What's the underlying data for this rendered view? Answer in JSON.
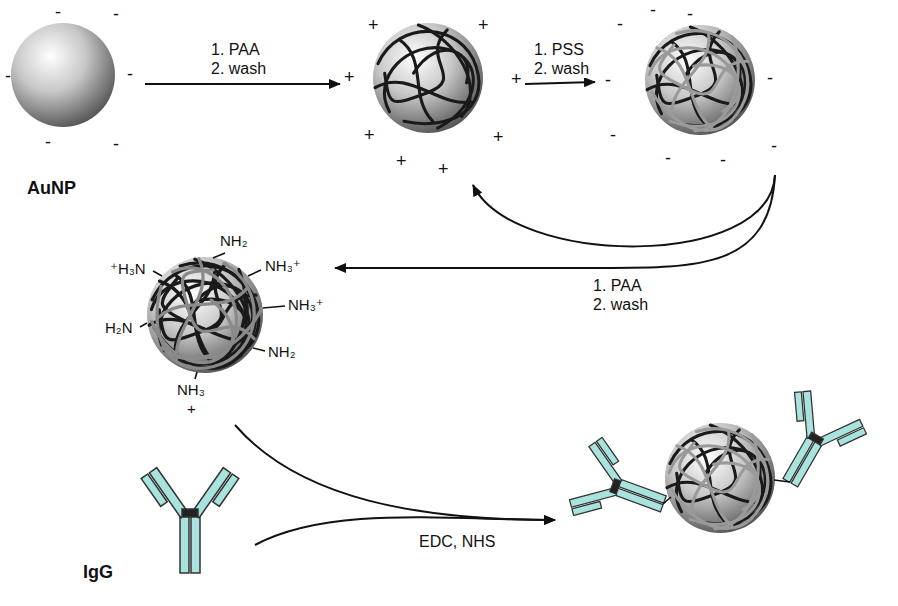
{
  "diagram": {
    "nodes": [
      {
        "text": [
          "-",
          "-",
          "-",
          "-",
          "-",
          "-",
          "AuNP"
        ]
      },
      {
        "text": [
          "+",
          "+",
          "+",
          "+",
          "+",
          "+",
          "+",
          "+"
        ]
      },
      {
        "text": [
          "-",
          "-",
          "-",
          "-",
          "-",
          "-",
          "-",
          "-",
          "-"
        ]
      },
      {
        "text": [
          "NH₂",
          "⁺H₃N",
          "NH₃⁺",
          "NH₃⁺",
          "H₂N",
          "NH₂",
          "NH₃",
          "+"
        ]
      },
      {
        "text": [
          "IgG"
        ]
      },
      {
        "text": []
      }
    ],
    "edges": [
      {
        "from": 0,
        "to": 1,
        "label": "1. PAA 2. wash",
        "arrow": "to"
      },
      {
        "from": 1,
        "to": 2,
        "label": "1. PSS 2. wash",
        "arrow": "to"
      },
      {
        "from": 2,
        "to": 1,
        "arrow": "to"
      },
      {
        "from": 2,
        "to": 3,
        "label": "1. PAA 2. wash",
        "arrow": "to"
      },
      {
        "from": 3,
        "to": 5,
        "arrow": "to"
      },
      {
        "from": 4,
        "to": 5,
        "label": "EDC, NHS",
        "arrow": "to"
      }
    ]
  }
}
